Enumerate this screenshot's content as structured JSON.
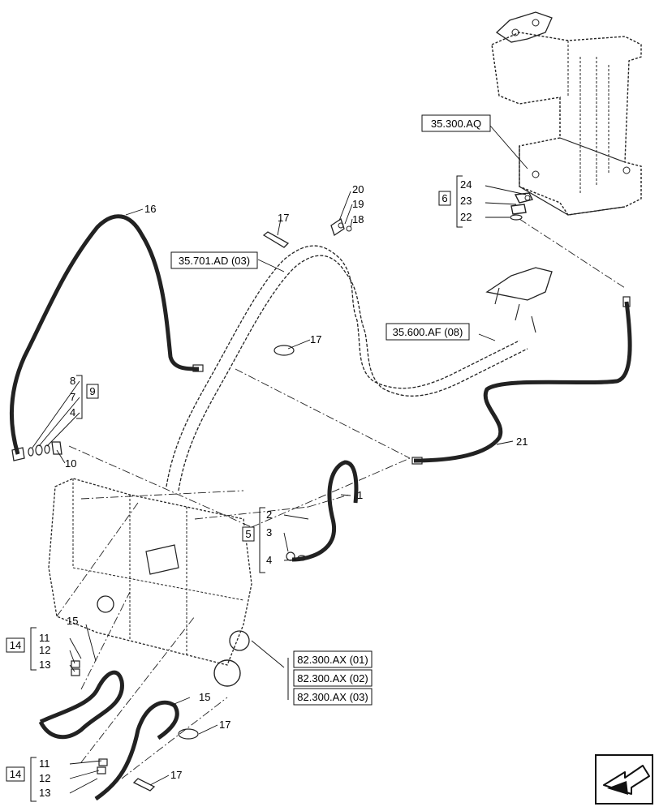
{
  "references": {
    "r1": "35.300.AQ",
    "r2": "35.701.AD (03)",
    "r3": "35.600.AF (08)",
    "r4": "82.300.AX (01)",
    "r5": "82.300.AX (02)",
    "r6": "82.300.AX (03)"
  },
  "groups": {
    "g6": "6",
    "g9": "9",
    "g5": "5",
    "g14a": "14",
    "g14b": "14"
  },
  "callouts": {
    "c1": "1",
    "c2": "2",
    "c3": "3",
    "c4a": "4",
    "c4b": "4",
    "c7": "7",
    "c8": "8",
    "c10": "10",
    "c11a": "11",
    "c12a": "12",
    "c13a": "13",
    "c11b": "11",
    "c12b": "12",
    "c13b": "13",
    "c15a": "15",
    "c15b": "15",
    "c16": "16",
    "c17a": "17",
    "c17b": "17",
    "c17c": "17",
    "c17d": "17",
    "c18": "18",
    "c19": "19",
    "c20": "20",
    "c21": "21",
    "c22": "22",
    "c23": "23",
    "c24": "24"
  },
  "icons": {
    "nav": "next-page-arrow-icon"
  }
}
